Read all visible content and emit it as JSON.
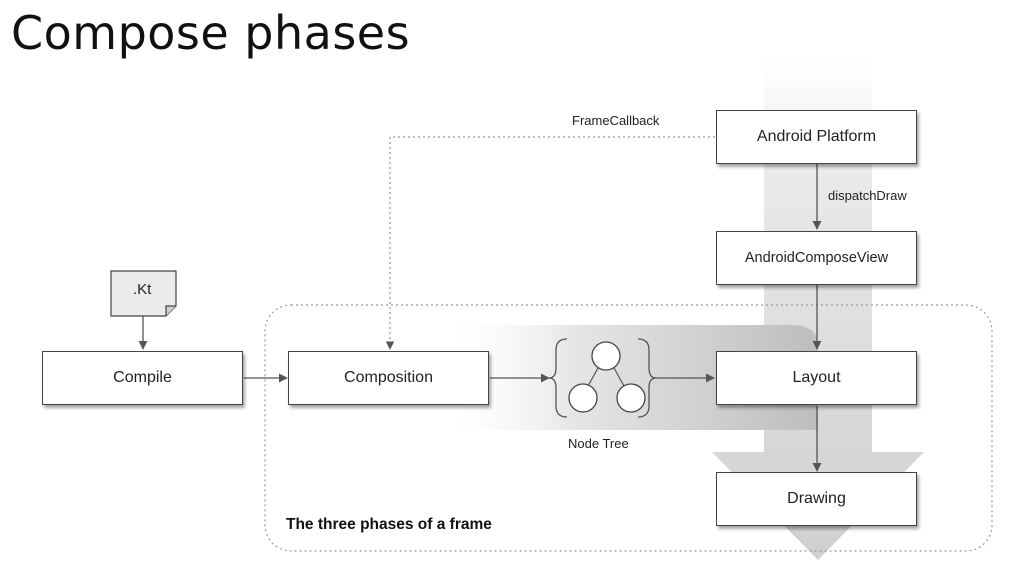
{
  "slide": {
    "title": "Compose phases"
  },
  "diagram": {
    "file_label": ".Kt",
    "boxes": {
      "compile": "Compile",
      "composition": "Composition",
      "layout": "Layout",
      "drawing": "Drawing",
      "android_platform": "Android Platform",
      "android_compose_view": "AndroidComposeView"
    },
    "edge_labels": {
      "frame_callback": "FrameCallback",
      "dispatch_draw": "dispatchDraw"
    },
    "node_tree_label": "Node Tree",
    "frame_group_label": "The three phases of a frame"
  }
}
